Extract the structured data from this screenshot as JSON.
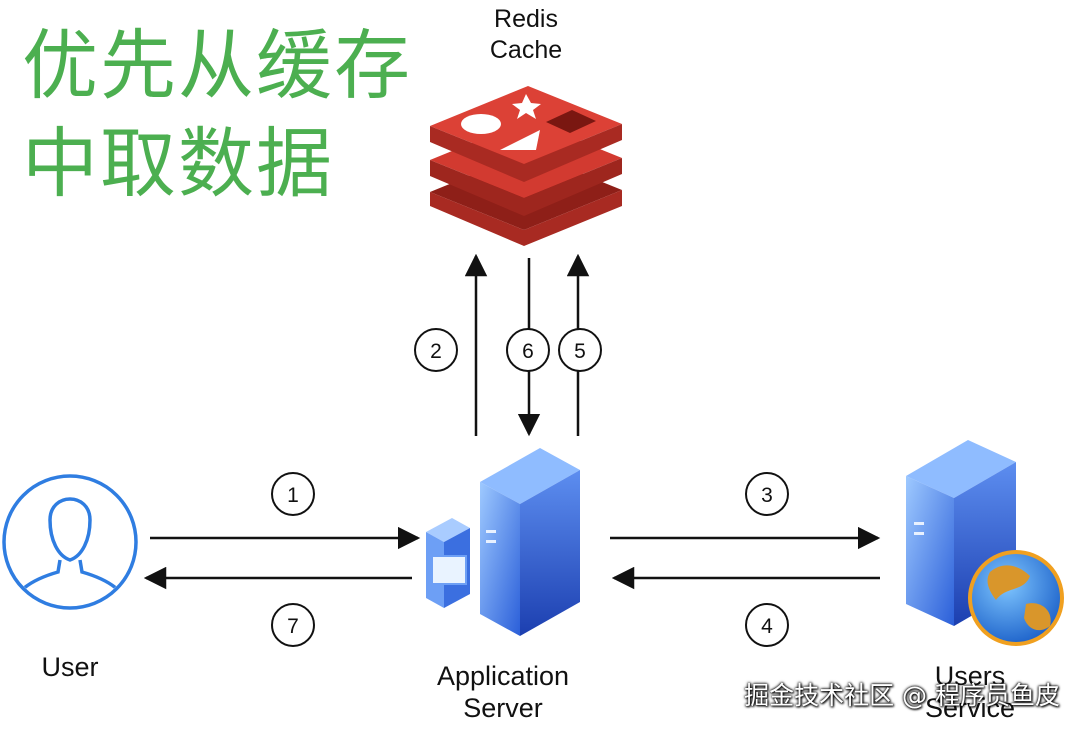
{
  "headline": {
    "line1": "优先从缓存",
    "line2": "中取数据"
  },
  "nodes": {
    "redis": {
      "line1": "Redis",
      "line2": "Cache"
    },
    "user": {
      "label": "User"
    },
    "app": {
      "line1": "Application",
      "line2": "Server"
    },
    "users_service": {
      "line1": "Users",
      "line2": "Service"
    }
  },
  "steps": [
    "1",
    "2",
    "3",
    "4",
    "5",
    "6",
    "7"
  ],
  "watermark": "掘金技术社区 @ 程序员鱼皮",
  "colors": {
    "headline": "#4caf50",
    "redis_red": "#c3342b",
    "user_blue": "#2f7de1",
    "server_blue": "#2f6fe0"
  }
}
